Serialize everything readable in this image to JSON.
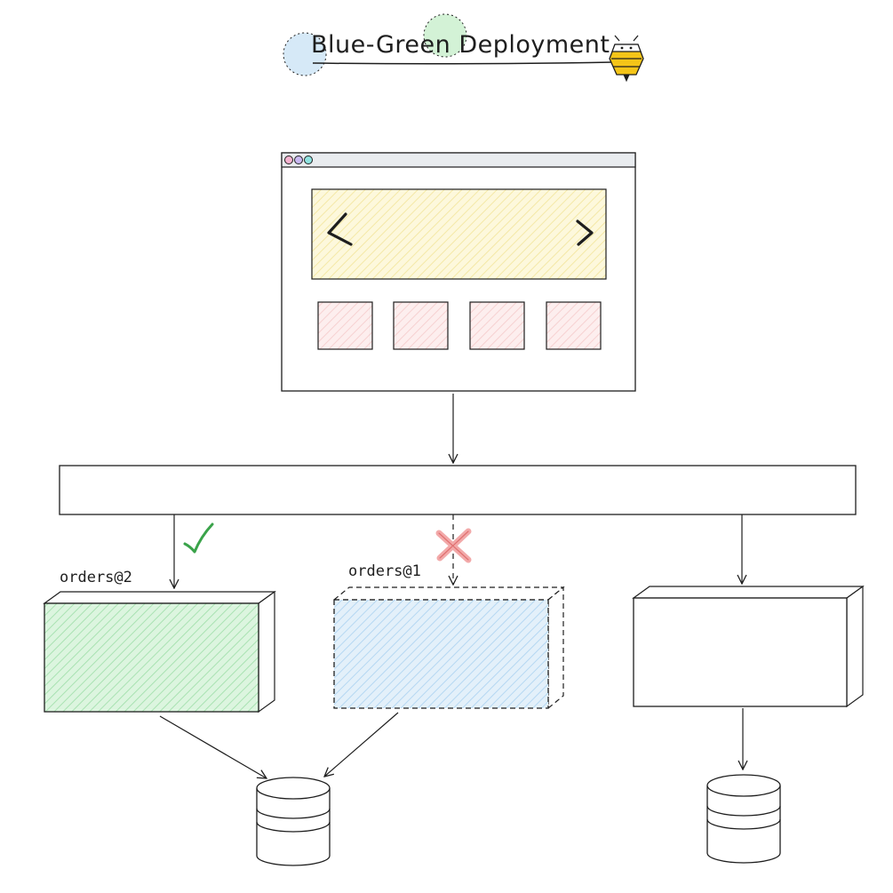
{
  "title": "Blue-Green Deployment",
  "colors": {
    "stroke": "#1e1e1e",
    "blue_fill": "#cfe6f7",
    "green_fill": "#c9f0cf",
    "yellow_fill": "#fbf3c6",
    "pink_fill": "#fbe1e1",
    "check": "#3aa34a",
    "cross_fill": "#f7b3b3",
    "cross_stroke": "#e07070",
    "bee_yellow": "#f5c518"
  },
  "browser": {
    "window_dots": [
      "red-dot",
      "purple-dot",
      "teal-dot"
    ],
    "carousel": {
      "prev_glyph": "<",
      "next_glyph": ">"
    },
    "thumbnail_count": 4
  },
  "services": {
    "green": {
      "label": "orders@2",
      "status": "active",
      "status_icon": "check-icon"
    },
    "blue": {
      "label": "orders@1",
      "status": "inactive",
      "status_icon": "cross-icon"
    },
    "other": {
      "label": ""
    }
  },
  "databases": [
    "shared-database",
    "other-service-database"
  ]
}
